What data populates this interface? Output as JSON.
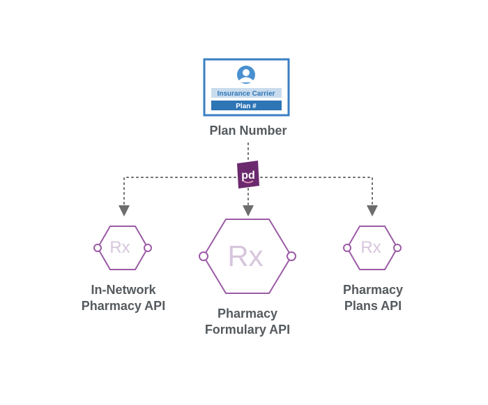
{
  "card": {
    "carrier_label": "Insurance Carrier",
    "plan_label": "Plan #",
    "icon": "user-avatar-icon"
  },
  "plan_number_label": "Plan Number",
  "hub_logo": {
    "text": "pd",
    "icon": "pd-logo-icon",
    "color": "#6b2a6e"
  },
  "apis": [
    {
      "name": "in-network-pharmacy-api",
      "line1": "In-Network",
      "line2": "Pharmacy API",
      "glyph": "Rx"
    },
    {
      "name": "pharmacy-formulary-api",
      "line1": "Pharmacy",
      "line2": "Formulary API",
      "glyph": "Rx"
    },
    {
      "name": "pharmacy-plans-api",
      "line1": "Pharmacy",
      "line2": "Plans API",
      "glyph": "Rx"
    }
  ],
  "colors": {
    "hexagon": "#9b5aa5",
    "rx": "#d7c6dd",
    "card_border": "#3b7fc4",
    "carrier_band": "#c9dcee",
    "plan_band": "#2e75b6",
    "connector": "#6d6d6d",
    "text": "#555a5e"
  }
}
